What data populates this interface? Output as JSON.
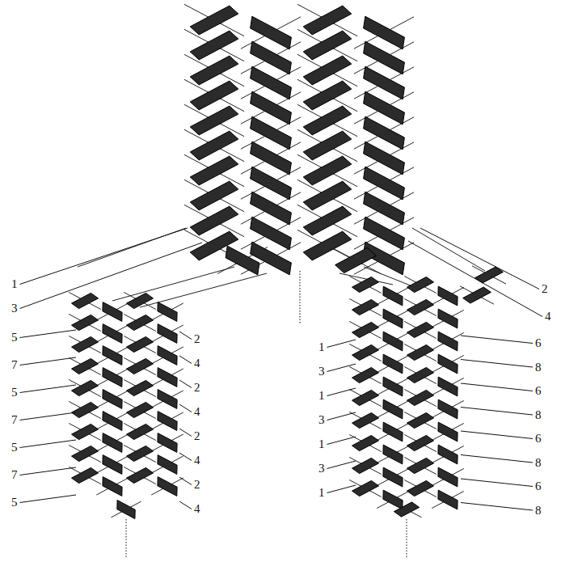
{
  "diagram": {
    "labels": [
      "1",
      "3",
      "5",
      "7",
      "5",
      "7",
      "5",
      "7",
      "5",
      "2",
      "4",
      "2",
      "4",
      "2",
      "4",
      "2",
      "4",
      "1",
      "3",
      "1",
      "3",
      "1",
      "3",
      "1",
      "2",
      "4",
      "6",
      "8",
      "6",
      "8",
      "6",
      "8",
      "6",
      "8"
    ]
  }
}
